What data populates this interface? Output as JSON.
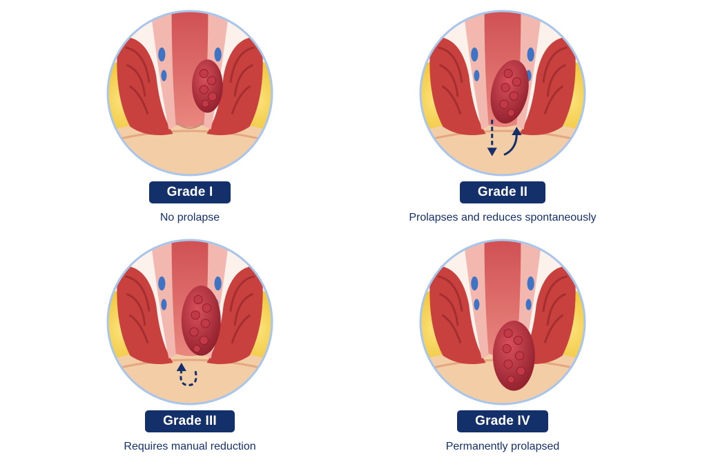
{
  "colors": {
    "navy": "#14306b",
    "muscle": "#c8413f",
    "muscle_dark": "#a52f30",
    "lumen": "#d9595a",
    "mucosa": "#f2b7ae",
    "skin": "#f3cda6",
    "fat": "#f5cd3a",
    "vein": "#3f74c4",
    "hemorrhoid": "#b82e3c",
    "ring": "#a9c6ea"
  },
  "panels": [
    {
      "id": "grade-1",
      "badge": "Grade I",
      "caption": "No prolapse",
      "icons": [
        "anal-canal-illustration-icon",
        "internal-hemorrhoid-icon"
      ]
    },
    {
      "id": "grade-2",
      "badge": "Grade II",
      "caption": "Prolapses and reduces spontaneously",
      "icons": [
        "anal-canal-illustration-icon",
        "hemorrhoid-icon",
        "prolapse-down-arrow-icon",
        "reduce-up-arrow-icon"
      ]
    },
    {
      "id": "grade-3",
      "badge": "Grade III",
      "caption": "Requires manual reduction",
      "icons": [
        "anal-canal-illustration-icon",
        "hemorrhoid-icon",
        "manual-reduction-arrow-icon"
      ]
    },
    {
      "id": "grade-4",
      "badge": "Grade IV",
      "caption": "Permanently prolapsed",
      "icons": [
        "anal-canal-illustration-icon",
        "prolapsed-hemorrhoid-icon"
      ]
    }
  ]
}
